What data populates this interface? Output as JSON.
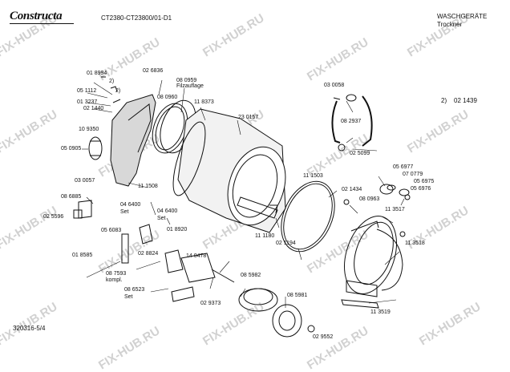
{
  "header": {
    "brand": "Constructa",
    "model": "CT2380-CT23800/01-D1",
    "category": "WASCHGERÄTE",
    "subcategory": "Trockner",
    "footer_code": "320316-5/4"
  },
  "side_label": {
    "prefix": "2)",
    "part": "02 1439"
  },
  "watermark": "FIX-HUB.RU",
  "parts": {
    "p018994": "01 8994",
    "p026836": "02 6836",
    "p051112": "05 1112",
    "p2a": "2)",
    "p2b": "2)",
    "p013237": "01 3237",
    "p021440": "02 1440",
    "p080959": "08 0959",
    "filzauflage": "Filzauflage",
    "p080960": "08 0960",
    "p118373": "11 8373",
    "p230157": "23 0157",
    "p109350": "10 9350",
    "p050905": "05 0905",
    "p030057": "03 0057",
    "p111508": "11 1508",
    "p086885": "08 6885",
    "p025596": "02 5596",
    "p046400a": "04 6400",
    "seta": "Set",
    "p046400b": "04 6400",
    "setb": "Set",
    "p056083": "05 6083",
    "p018920": "01 8920",
    "p028824": "02 8824",
    "p018585": "01 8585",
    "p087593": "08 7593",
    "kompl": "kompl.",
    "p086523": "08 6523",
    "set3": "Set",
    "p140478": "14 0478",
    "p085982": "08 5982",
    "p029373": "02 9373",
    "p085981": "08 5981",
    "p029552": "02 9552",
    "p030058": "03 0058",
    "p082937": "08 2937",
    "p025099": "02 5099",
    "p111503": "11 1503",
    "p021434": "02 1434",
    "p080963": "08 0963",
    "p056977": "05 6977",
    "p070779": "07 0779",
    "p056975": "05 6975",
    "p056976": "05 6976",
    "p113517": "11 3517",
    "p111180": "11 1180",
    "p021194": "02 1194",
    "p113518": "11 3518",
    "p113519": "11 3519"
  }
}
